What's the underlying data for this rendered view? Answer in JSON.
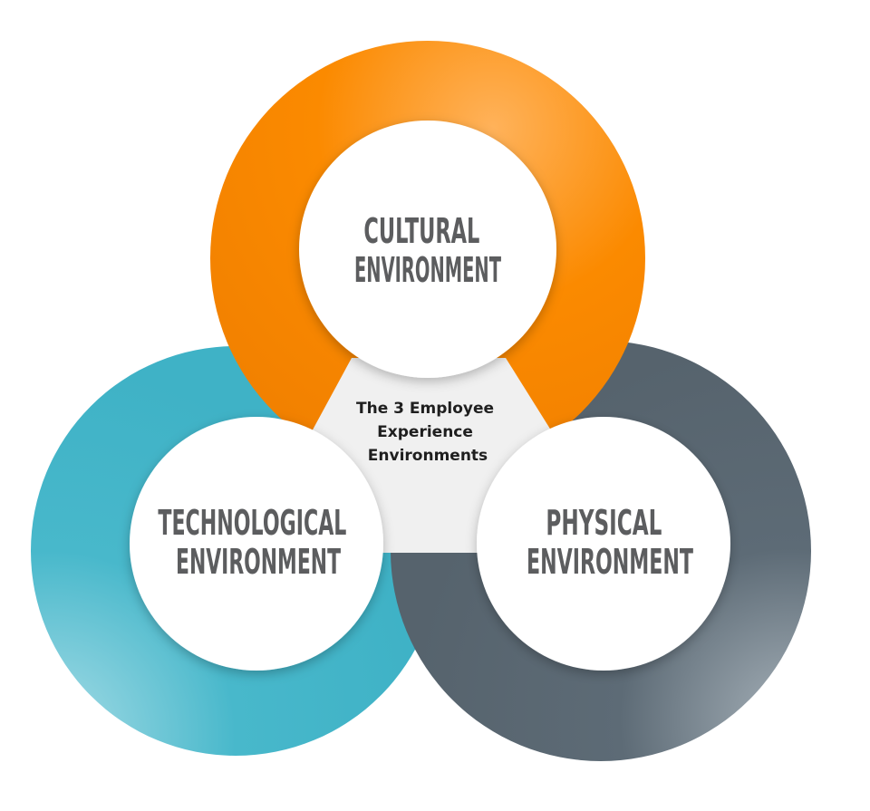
{
  "title_lines": [
    "The 3 Employee",
    "Experience",
    "Environments"
  ],
  "rings": [
    {
      "id": "cultural",
      "lines": [
        "CULTURAL",
        "ENVIRONMENT"
      ],
      "color": "#fb8a00"
    },
    {
      "id": "technological",
      "lines": [
        "TECHNOLOGICAL",
        "ENVIRONMENT"
      ],
      "color": "#48b8cb"
    },
    {
      "id": "physical",
      "lines": [
        "PHYSICAL",
        "ENVIRONMENT"
      ],
      "color": "#5d6b76"
    }
  ],
  "center_color": "#f0f0f0"
}
